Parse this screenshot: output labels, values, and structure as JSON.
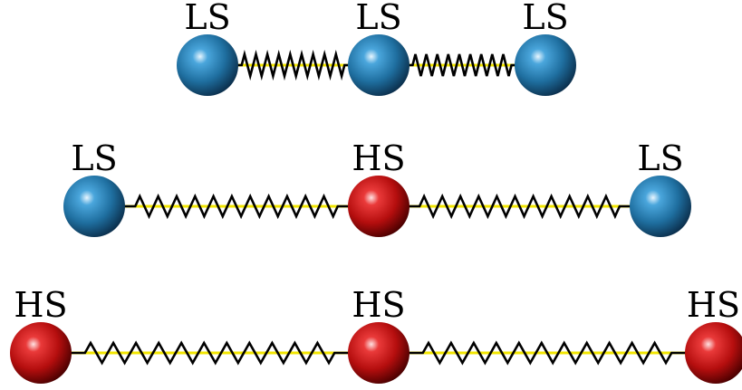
{
  "colors": {
    "low_spin": "#1f6fa0",
    "high_spin": "#c01010",
    "spring": "#000000",
    "bond": "#f2e600"
  },
  "chains": [
    {
      "atoms": [
        {
          "label": "LS",
          "state": "low_spin"
        },
        {
          "label": "LS",
          "state": "low_spin"
        },
        {
          "label": "LS",
          "state": "low_spin"
        }
      ]
    },
    {
      "atoms": [
        {
          "label": "LS",
          "state": "low_spin"
        },
        {
          "label": "HS",
          "state": "high_spin"
        },
        {
          "label": "LS",
          "state": "low_spin"
        }
      ]
    },
    {
      "atoms": [
        {
          "label": "HS",
          "state": "high_spin"
        },
        {
          "label": "HS",
          "state": "high_spin"
        },
        {
          "label": "HS",
          "state": "high_spin"
        }
      ]
    }
  ]
}
